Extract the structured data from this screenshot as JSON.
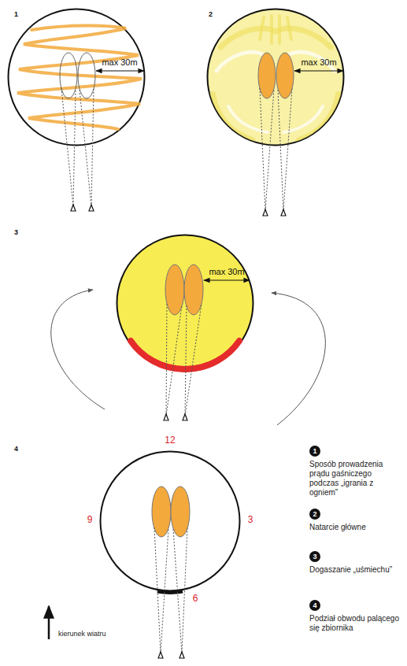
{
  "diagram": {
    "nodes": [
      {
        "text": [
          "max 30m"
        ]
      },
      {
        "text": [
          "max 30m"
        ]
      },
      {
        "text": [
          "max 30m"
        ]
      },
      {
        "text": [
          "12",
          "9",
          "3",
          "6"
        ]
      }
    ],
    "labels": [
      "1",
      "2",
      "3",
      "4",
      "1",
      "Sposób prowadzenia prądu gaśniczego podczas „igrania z ogniem”",
      "2",
      "Natarcie główne",
      "3",
      "Dogaszanie „uśmiechu”",
      "4",
      "Podział obwodu palącego się zbiornika",
      "kierunek wiatru"
    ]
  }
}
